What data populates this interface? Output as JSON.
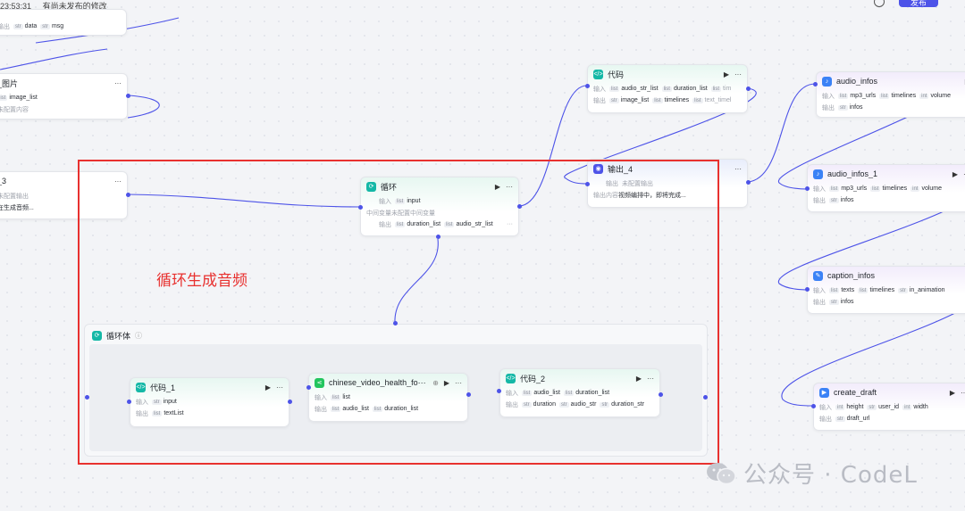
{
  "topbar": {
    "time": "23:53:31",
    "status": "有尚未发布的修改",
    "publish": "发布"
  },
  "labels": {
    "in": "输入",
    "out": "输出",
    "mid": "中间变量",
    "out_content": "输出内容"
  },
  "nodes": {
    "top_left": {
      "out_tags": [
        [
          "str",
          "data"
        ],
        [
          "str",
          "msg"
        ]
      ]
    },
    "image_node": {
      "title": "_图片",
      "tags": [
        [
          "list",
          "image_list"
        ]
      ],
      "row2": "未配置内容"
    },
    "node3": {
      "title": "_3",
      "row1": "未配置输出",
      "row2": "在生成音频..."
    },
    "code_top": {
      "title": "代码",
      "in_tags": [
        [
          "list",
          "audio_str_list"
        ],
        [
          "list",
          "duration_list"
        ],
        [
          "list",
          "tim"
        ]
      ],
      "out_tags": [
        [
          "str",
          "image_list"
        ],
        [
          "list",
          "timelines"
        ],
        [
          "list",
          "text_timel"
        ]
      ]
    },
    "output4": {
      "title": "输出_4",
      "row1": "未配置输出",
      "row2": "视频编排中，即将完成..."
    },
    "loop": {
      "title": "循环",
      "in_tags": [
        [
          "list",
          "input"
        ]
      ],
      "mid_value": "未配置中间变量",
      "out_tags": [
        [
          "list",
          "duration_list"
        ],
        [
          "list",
          "audio_str_list"
        ]
      ]
    },
    "audio_infos": {
      "title": "audio_infos",
      "in_tags": [
        [
          "list",
          "mp3_urls"
        ],
        [
          "list",
          "timelines"
        ],
        [
          "int",
          "volume"
        ]
      ],
      "out_tags": [
        [
          "str",
          "infos"
        ]
      ]
    },
    "audio_infos_1": {
      "title": "audio_infos_1",
      "in_tags": [
        [
          "list",
          "mp3_urls"
        ],
        [
          "list",
          "timelines"
        ],
        [
          "int",
          "volume"
        ]
      ],
      "out_tags": [
        [
          "str",
          "infos"
        ]
      ]
    },
    "caption_infos": {
      "title": "caption_infos",
      "in_tags": [
        [
          "list",
          "texts"
        ],
        [
          "list",
          "timelines"
        ],
        [
          "str",
          "in_animation"
        ]
      ],
      "out_tags": [
        [
          "str",
          "infos"
        ]
      ]
    },
    "create_draft": {
      "title": "create_draft",
      "in_tags": [
        [
          "int",
          "height"
        ],
        [
          "str",
          "user_id"
        ],
        [
          "int",
          "width"
        ]
      ],
      "out_tags": [
        [
          "str",
          "draft_url"
        ]
      ]
    },
    "loop_body": {
      "title": "循环体"
    },
    "code1": {
      "title": "代码_1",
      "in_tags": [
        [
          "str",
          "input"
        ]
      ],
      "out_tags": [
        [
          "list",
          "textList"
        ]
      ]
    },
    "tts": {
      "title": "chinese_video_health_fo···",
      "in_tags": [
        [
          "list",
          "list"
        ]
      ],
      "out_tags": [
        [
          "list",
          "audio_list"
        ],
        [
          "list",
          "duration_list"
        ]
      ]
    },
    "code2": {
      "title": "代码_2",
      "in_tags": [
        [
          "list",
          "audio_list"
        ],
        [
          "list",
          "duration_list"
        ]
      ],
      "out_tags": [
        [
          "str",
          "duration"
        ],
        [
          "str",
          "audio_str"
        ],
        [
          "str",
          "duration_str"
        ]
      ]
    }
  },
  "annotation": "循环生成音频",
  "watermark": "公众号 · CodeL",
  "colors": {
    "accent": "#4d53e8",
    "highlight": "#e8312f",
    "code_icon": "#14b8a6",
    "plugin_icon": "#22c55e"
  }
}
